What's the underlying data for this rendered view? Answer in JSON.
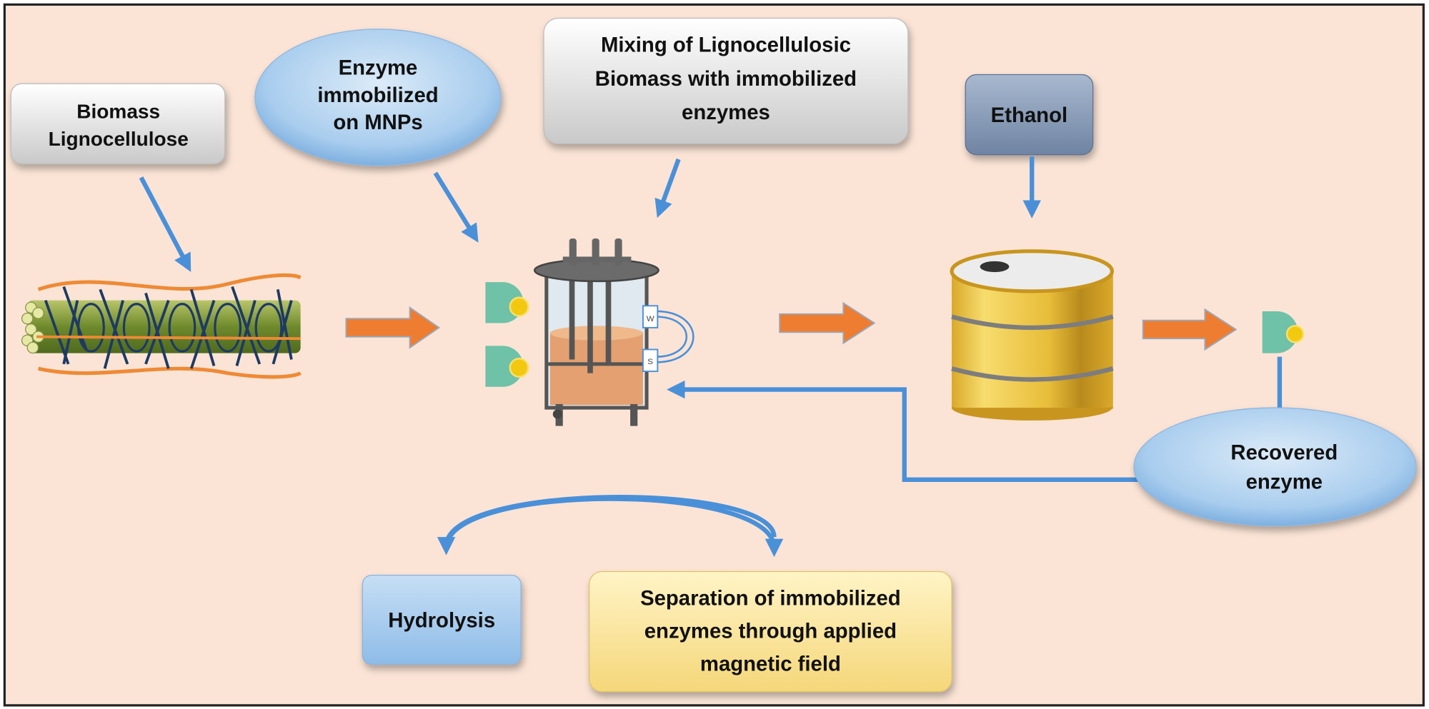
{
  "labels": {
    "biomass": [
      "Biomass",
      "Lignocellulose"
    ],
    "enzyme_mnp": [
      "Enzyme",
      "immobilized",
      "on MNPs"
    ],
    "mixing": [
      "Mixing of Lignocellulosic",
      "Biomass with immobilized",
      "enzymes"
    ],
    "ethanol": [
      "Ethanol"
    ],
    "recovered": [
      "Recovered",
      "enzyme"
    ],
    "hydrolysis": [
      "Hydrolysis"
    ],
    "separation": [
      "Separation of immobilized",
      "enzymes through applied",
      "magnetic field"
    ]
  },
  "reactor_ports": [
    "W",
    "S"
  ],
  "colors": {
    "background": "#fbe4d6",
    "flow_arrow": "#4a90d9",
    "process_arrow": "#ee7d32",
    "enzyme": "#6fc1a8",
    "nanoparticle": "#f2c811",
    "barrel": "#e9bf3c"
  }
}
